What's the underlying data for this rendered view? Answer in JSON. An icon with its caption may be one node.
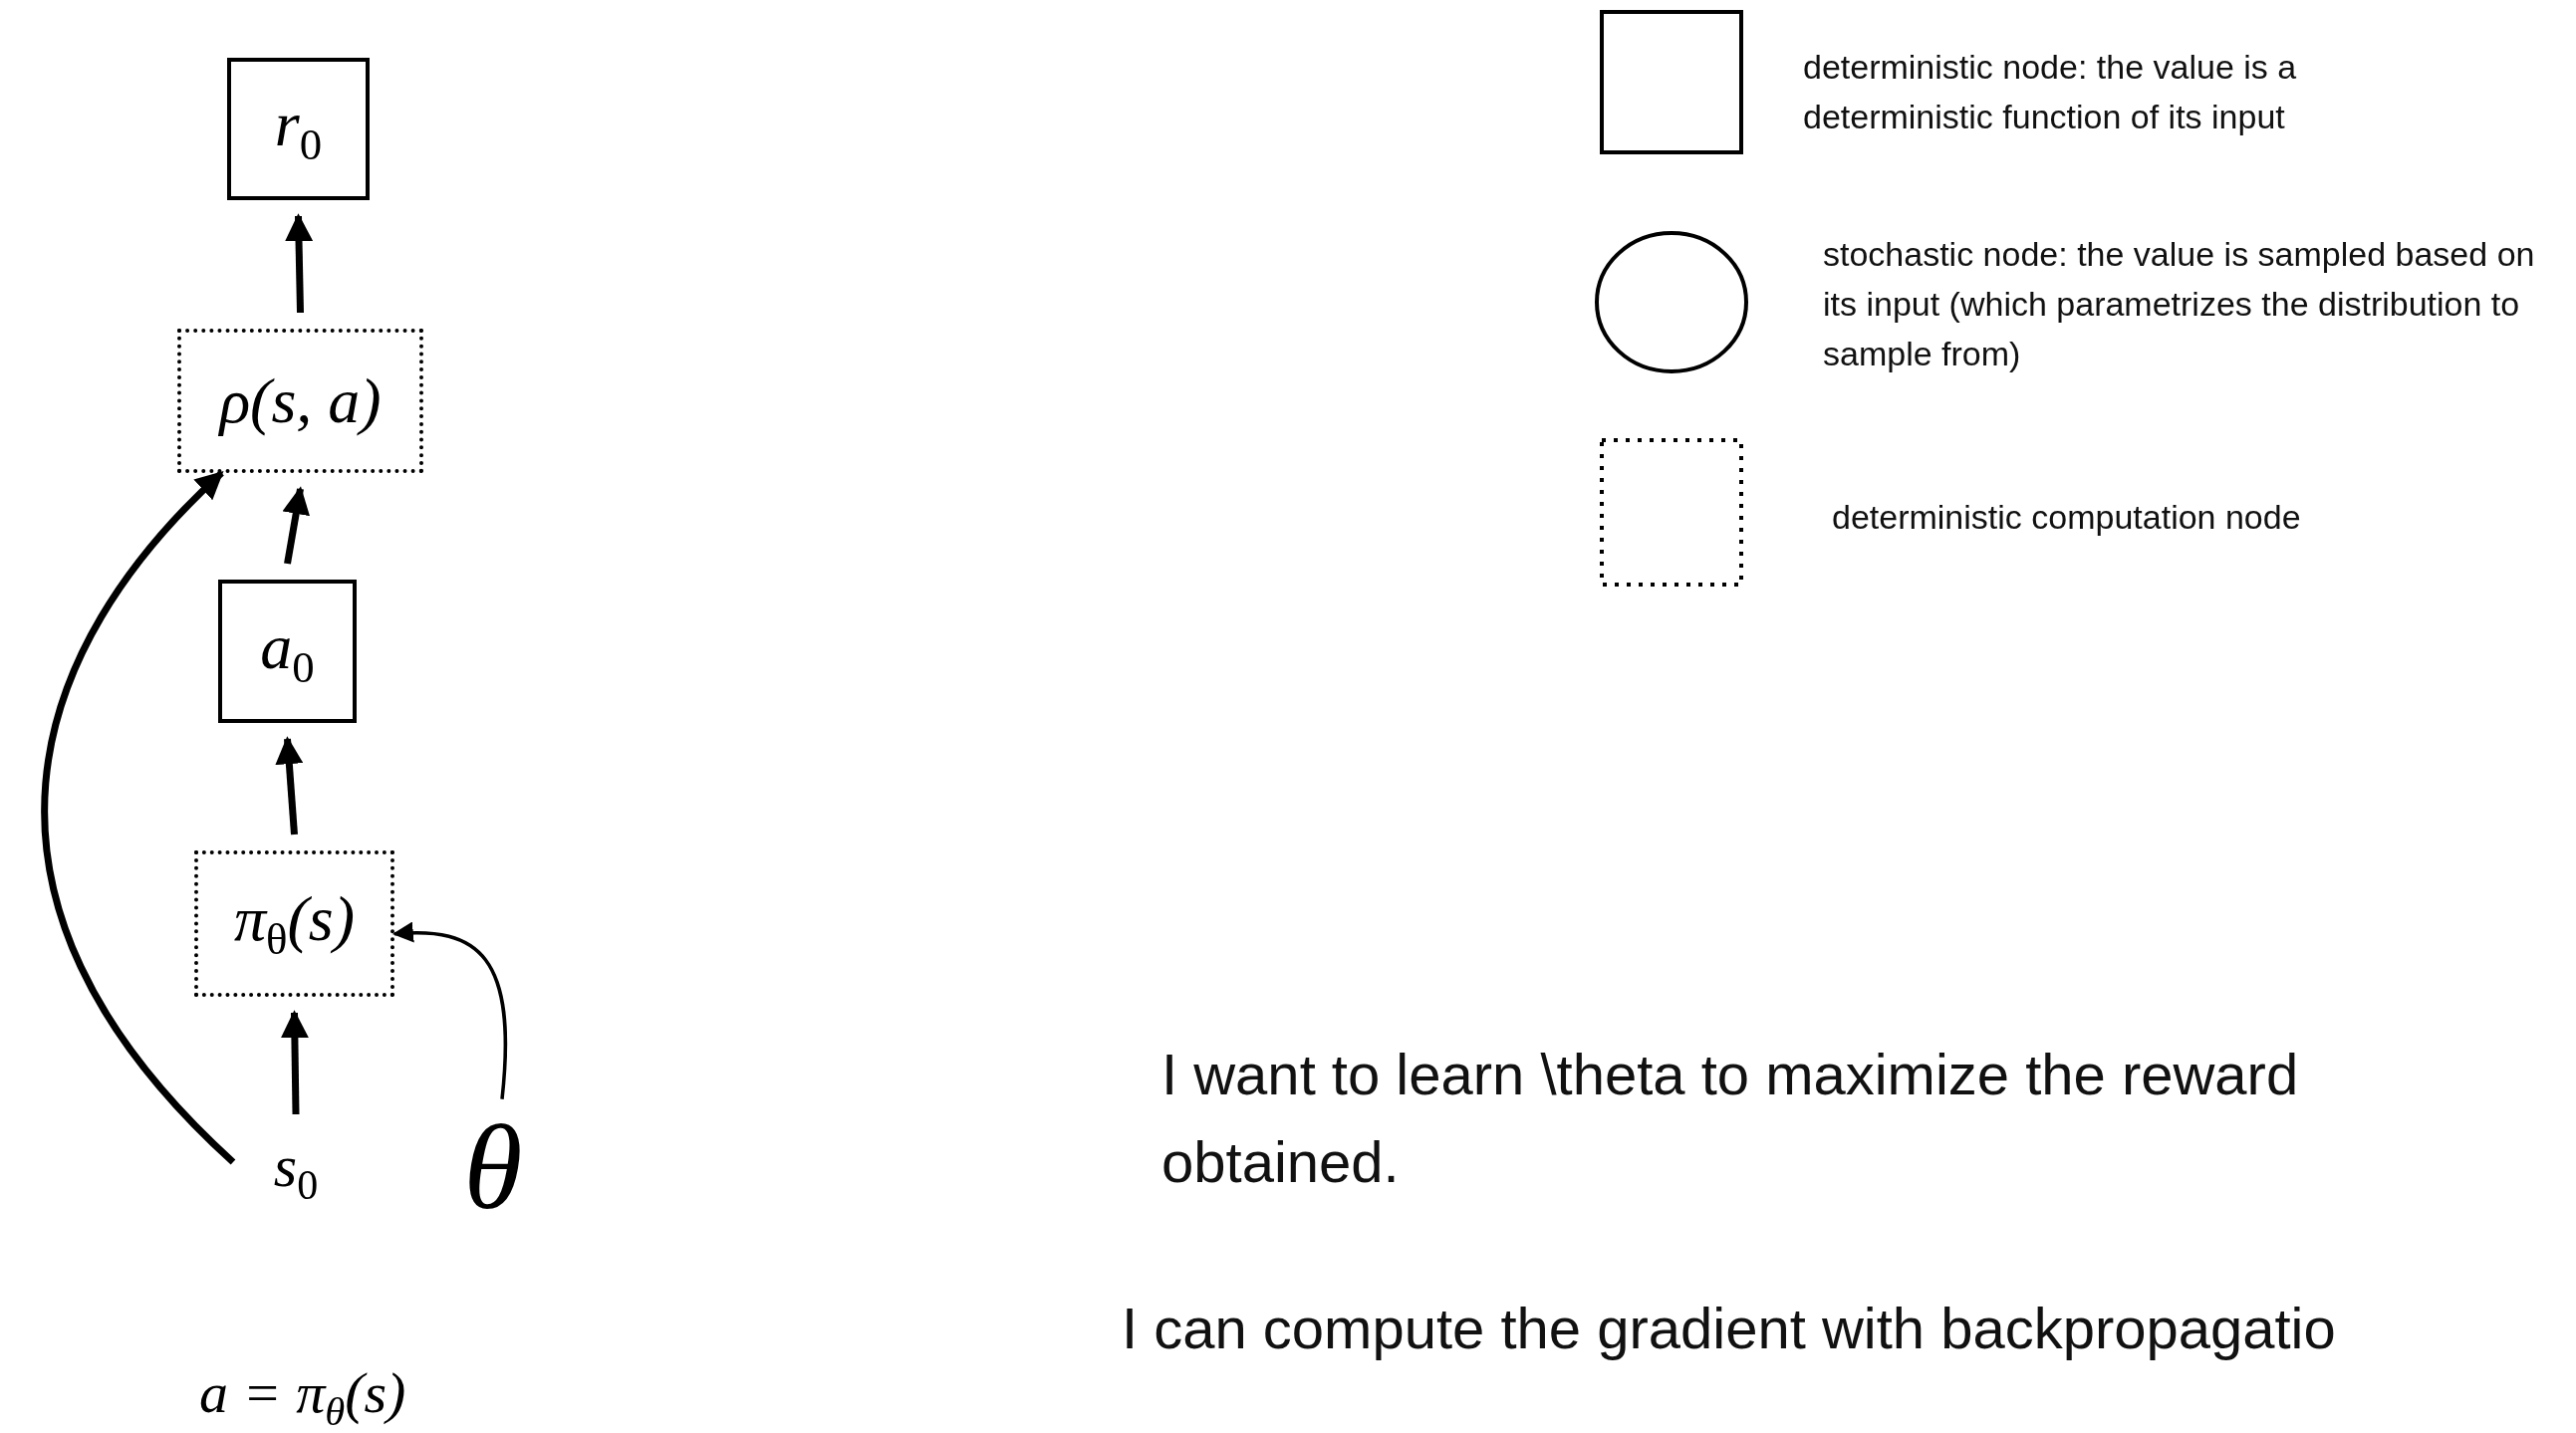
{
  "diagram": {
    "nodes": [
      {
        "text": [
          "r$_{0}$"
        ]
      },
      {
        "text": [
          "ρ(s, a)"
        ]
      },
      {
        "text": [
          "a$_{0}$"
        ]
      },
      {
        "text": [
          "π$_{θ}$(s)"
        ]
      },
      {
        "text": [
          "s$_{0}$"
        ]
      },
      {
        "text": [
          "θ"
        ]
      }
    ],
    "edges": [
      {
        "from": 1,
        "to": 0,
        "arrow": "to"
      },
      {
        "from": 2,
        "to": 1,
        "arrow": "to"
      },
      {
        "from": 3,
        "to": 2,
        "arrow": "to"
      },
      {
        "from": 4,
        "to": 3,
        "arrow": "to"
      },
      {
        "from": 4,
        "to": 1,
        "arrow": "to"
      },
      {
        "from": 5,
        "to": 3,
        "arrow": "to"
      }
    ],
    "labels": [
      "a = π$_{θ}$(s)",
      "I want to learn \\theta to maximize the reward obtained.",
      "I can compute the gradient with backpropagatio"
    ],
    "legend": [
      {
        "text": "deterministic node: the value is a deterministic function of its input"
      },
      {
        "text": "stochastic node: the value is sampled based on its input (which parametrizes the distribution to sample from)"
      },
      {
        "text": "deterministic computation node"
      }
    ]
  }
}
